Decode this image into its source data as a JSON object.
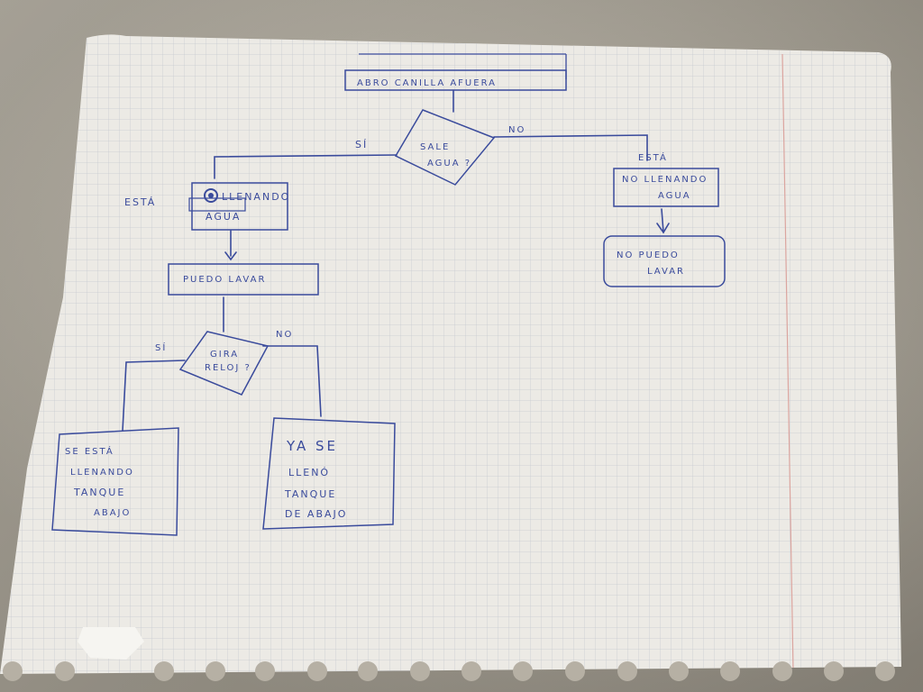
{
  "ink_color": "#3a4b9c",
  "paper_color": "#f4f3ef",
  "grid_color": "#c9cdd6",
  "margin_line_color": "#e2a9a4",
  "nodes": {
    "start": "ABRO CANILLA AFUERA",
    "decision_water": [
      "SALE",
      "AGUA ?"
    ],
    "filling": [
      "LLENANDO",
      "AGUA"
    ],
    "filling_prefix": "ESTÁ",
    "wash": "PUEDO LAVAR",
    "decision_spin": [
      "GIRA",
      "RELOJ ?"
    ],
    "tank_filling": [
      "SE ESTÁ",
      "LLENANDO",
      "TANQUE",
      "ABAJO"
    ],
    "tank_full": [
      "YA SE",
      "LLENÓ",
      "TANQUE",
      "DE ABAJO"
    ],
    "not_filling": [
      "NO LLENANDO",
      "AGUA"
    ],
    "not_filling_prefix": "ESTÁ",
    "cannot_wash": [
      "NO PUEDO",
      "LAVAR"
    ]
  },
  "edges": {
    "yes": "SÍ",
    "no": "NO"
  }
}
